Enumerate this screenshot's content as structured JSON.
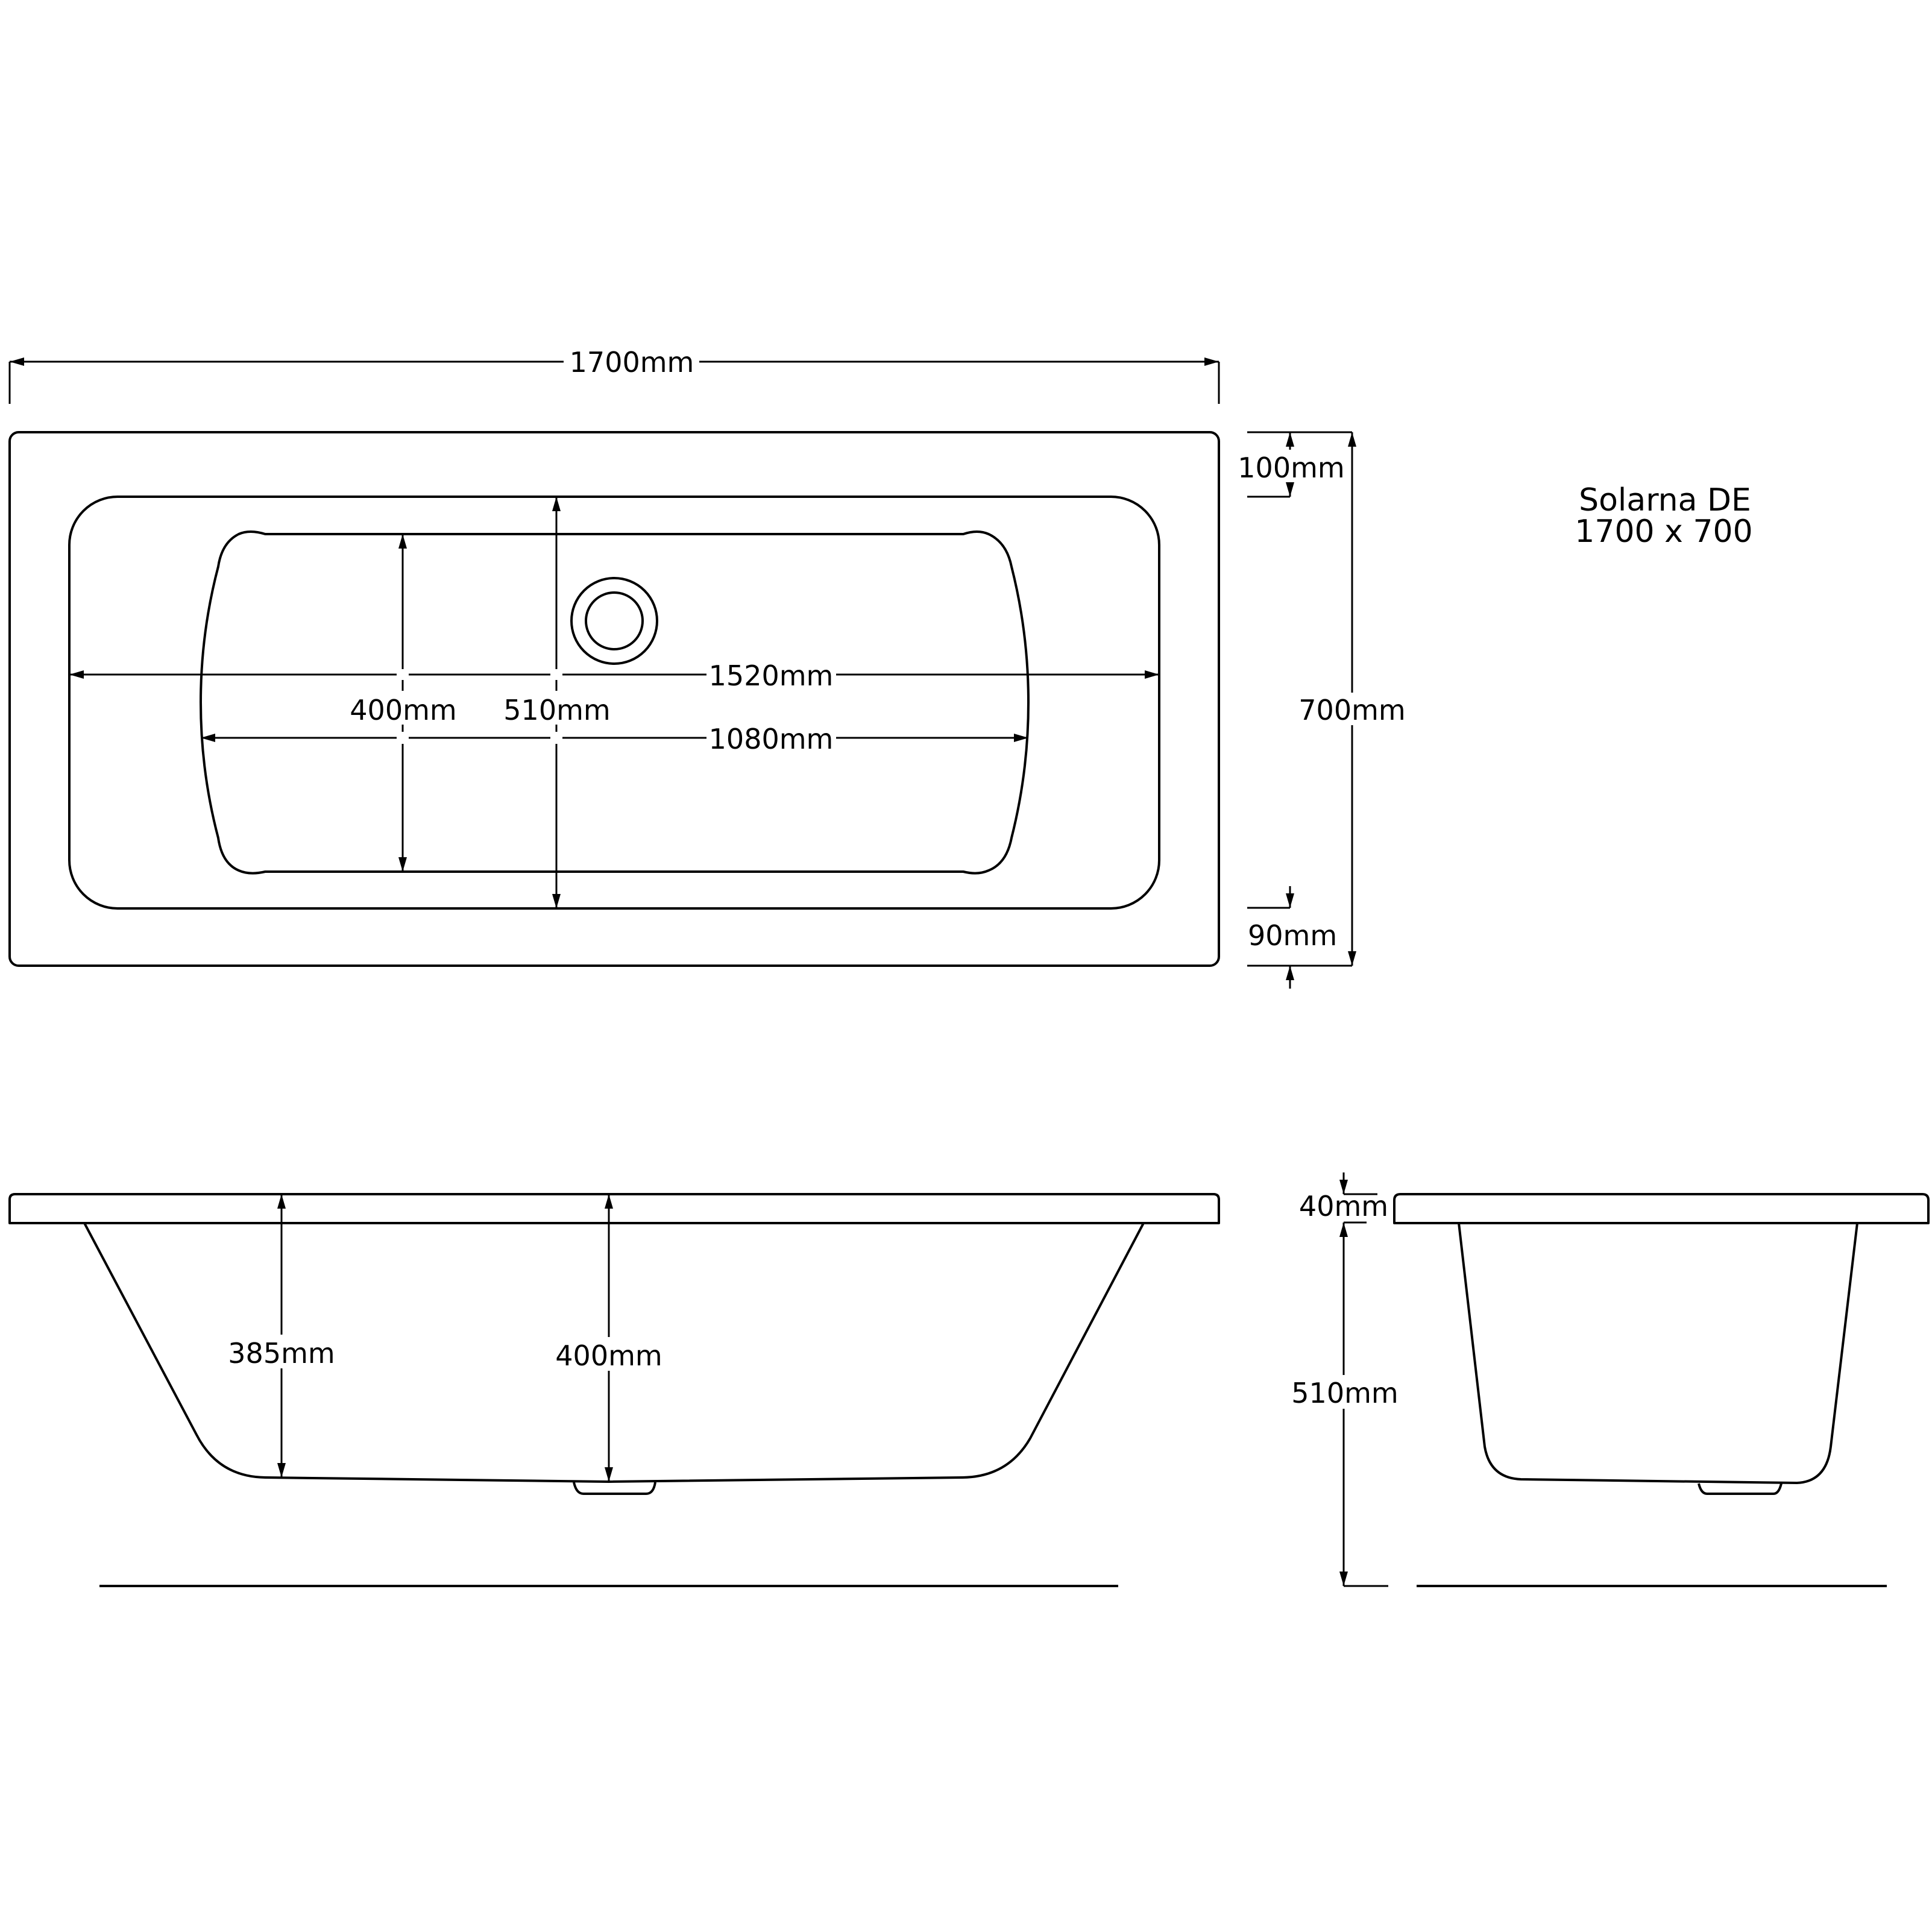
{
  "title": {
    "model": "Solarna DE",
    "size": "1700 x 700"
  },
  "plan_view": {
    "overall_length": "1700mm",
    "overall_width": "700mm",
    "rim_top": "100mm",
    "rim_bottom": "90mm",
    "inner_length_top": "1520mm",
    "basin_floor_length": "1080mm",
    "basin_floor_width": "400mm",
    "inner_width": "510mm"
  },
  "side_view": {
    "depth_end": "385mm",
    "depth_center": "400mm"
  },
  "end_view": {
    "lip_thickness": "40mm",
    "overall_height": "510mm"
  }
}
